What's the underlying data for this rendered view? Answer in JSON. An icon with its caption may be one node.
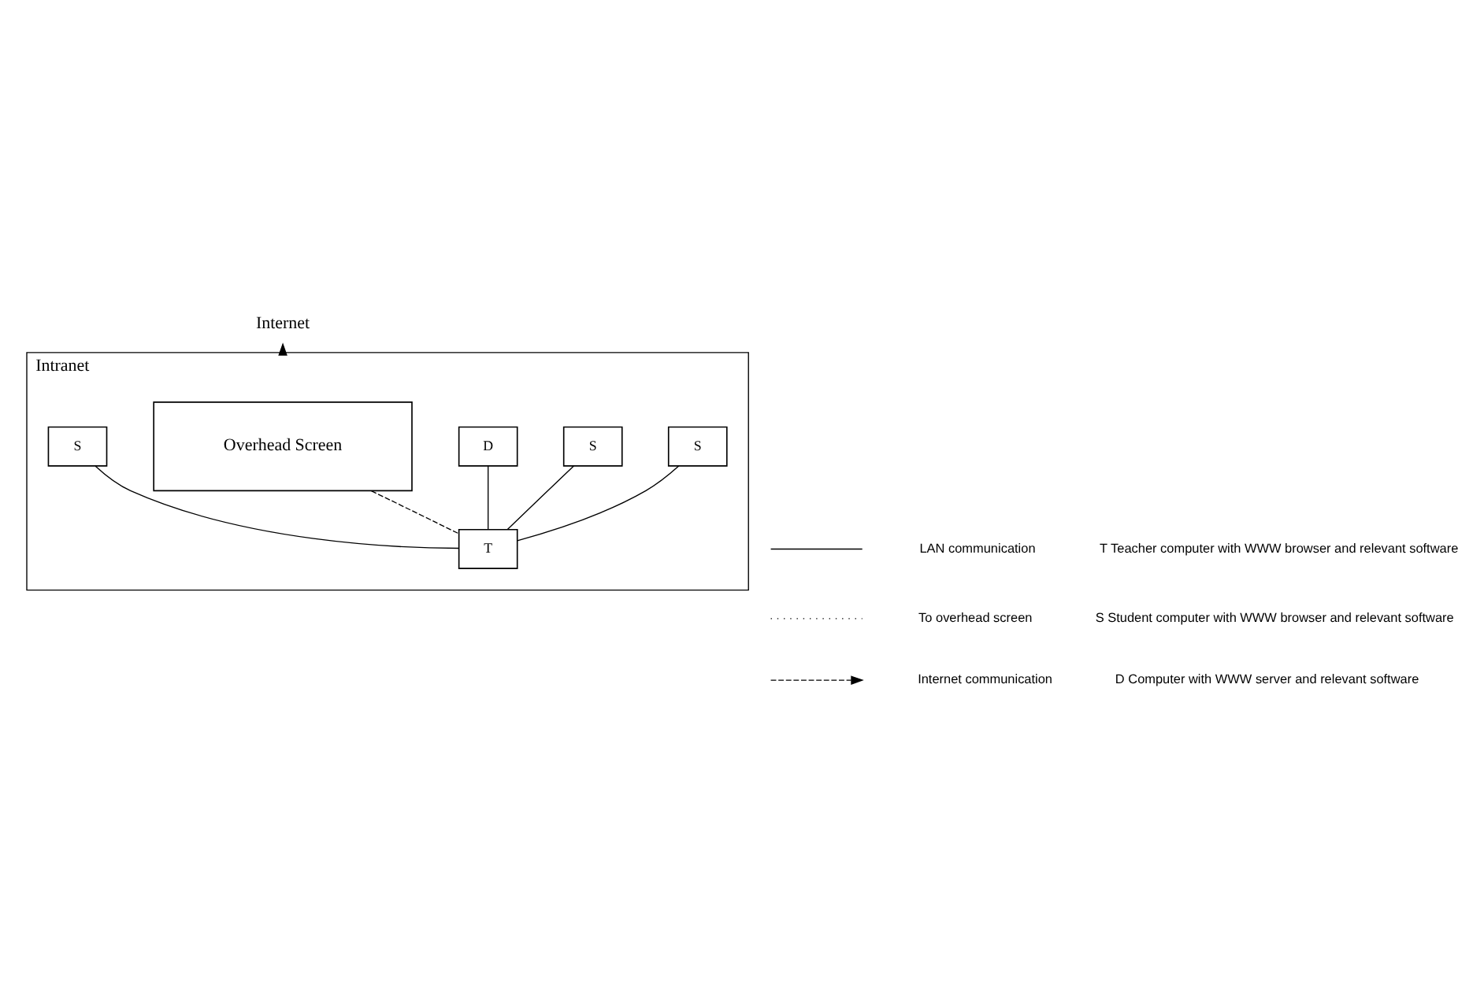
{
  "diagram": {
    "nodes": [
      {
        "text": [
          "Intranet"
        ]
      },
      {
        "text": [
          "Overhead Screen"
        ],
        "in": 0
      },
      {
        "text": [
          "T"
        ],
        "in": 0
      },
      {
        "text": [
          "S"
        ],
        "in": 0
      },
      {
        "text": [
          "S"
        ],
        "in": 0
      },
      {
        "text": [
          "S"
        ],
        "in": 0
      },
      {
        "text": [
          "D"
        ],
        "in": 0
      },
      {
        "text": [
          "Internet"
        ]
      }
    ],
    "edges": [
      {
        "from": 0,
        "to": 7,
        "arrow": "to",
        "style": "dashed"
      },
      {
        "from": 2,
        "to": 1,
        "arrow": "none",
        "style": "dashed"
      },
      {
        "from": 2,
        "to": 3,
        "arrow": "none"
      },
      {
        "from": 2,
        "to": 4,
        "arrow": "none"
      },
      {
        "from": 2,
        "to": 5,
        "arrow": "none"
      },
      {
        "from": 2,
        "to": 6,
        "arrow": "none"
      }
    ],
    "labels": [
      "T Teacher computer with WWW browser and relevant software",
      "S Student computer with WWW browser and relevant software",
      "D Computer with WWW server and relevant software"
    ],
    "legend": [
      {
        "text": "LAN communication"
      },
      {
        "text": "To overhead screen"
      },
      {
        "text": "Internet communication"
      }
    ]
  }
}
